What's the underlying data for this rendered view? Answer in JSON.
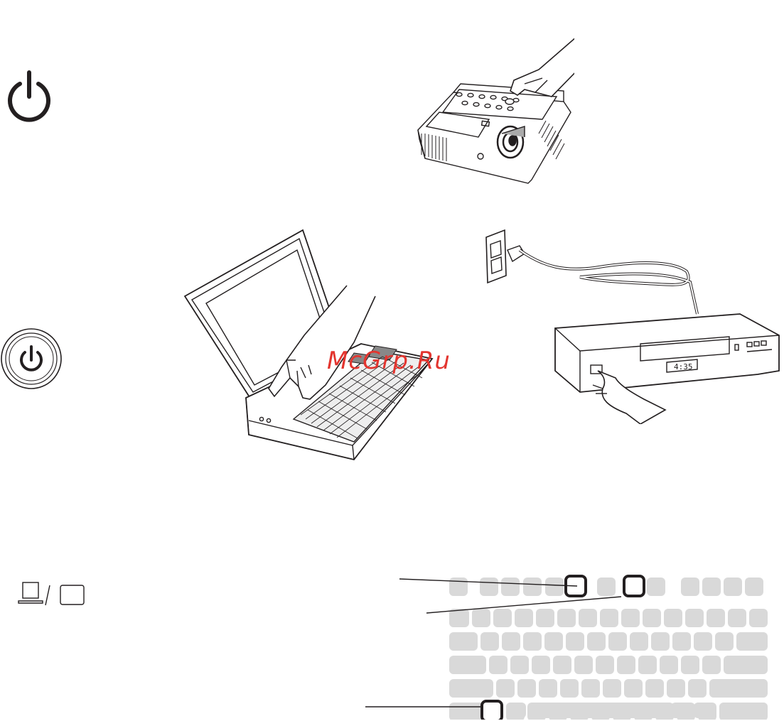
{
  "watermark": {
    "text": "McGrp.Ru",
    "color": "#e3352f"
  },
  "icons": {
    "power_large": "power-icon",
    "power_button": "power-button-icon",
    "display_toggle": "laptop-monitor-toggle-icon"
  },
  "illustrations": {
    "projector": "hand-pressing-projector-power-button",
    "laptop": "hands-on-laptop-keyboard",
    "dvd": "power-outlet-and-dvd-player-being-switched-on",
    "keyboard": "keyboard-with-highlighted-keys"
  },
  "dvd_display": {
    "time": "4:35"
  },
  "colors": {
    "line_art": "#231f20",
    "key_gray": "#d9d9d9",
    "highlight_key": "#ffffff"
  }
}
